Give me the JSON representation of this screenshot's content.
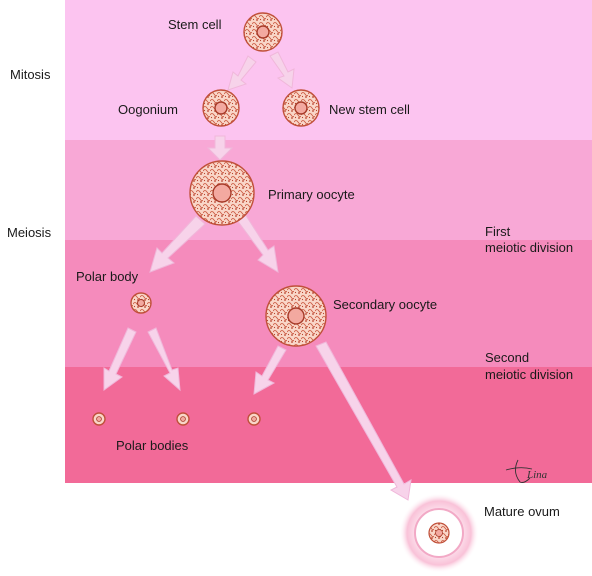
{
  "phases": {
    "mitosis": "Mitosis",
    "meiosis": "Meiosis",
    "first_division_line1": "First",
    "first_division_line2": "meiotic division",
    "second_division_line1": "Second",
    "second_division_line2": "meiotic division"
  },
  "cells": {
    "stem_cell": "Stem cell",
    "oogonium": "Oogonium",
    "new_stem_cell": "New stem cell",
    "primary_oocyte": "Primary oocyte",
    "polar_body": "Polar body",
    "secondary_oocyte": "Secondary oocyte",
    "polar_bodies": "Polar bodies",
    "mature_ovum": "Mature ovum"
  },
  "signature": "Lina",
  "colors": {
    "band_mitosis": "#fcc4f0",
    "band_meiosis1": "#f8a8d6",
    "band_meiosis2": "#f58bbc",
    "band_final": "#f26a98",
    "cell_fill": "#f7c6b6",
    "cell_stroke": "#c0503a",
    "arrow": "#f7d3ea"
  }
}
